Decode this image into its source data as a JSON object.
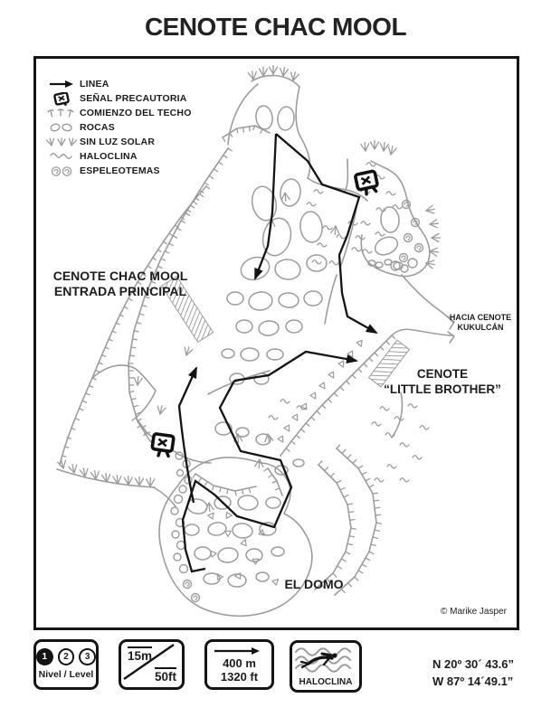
{
  "title": "CENOTE CHAC MOOL",
  "legend": {
    "items": [
      {
        "icon": "line-arrow-icon",
        "label": "LINEA"
      },
      {
        "icon": "warning-sign-icon",
        "label": "SEÑAL PRECAUTORIA"
      },
      {
        "icon": "ceiling-start-icon",
        "label": "COMIENZO DEL TECHO"
      },
      {
        "icon": "rocks-icon",
        "label": "ROCAS"
      },
      {
        "icon": "no-sunlight-icon",
        "label": "SIN LUZ SOLAR"
      },
      {
        "icon": "halocline-icon",
        "label": "HALOCLINA"
      },
      {
        "icon": "speleothems-icon",
        "label": "ESPELEOTEMAS"
      }
    ]
  },
  "map_labels": {
    "main_entrance_line1": "CENOTE CHAC MOOL",
    "main_entrance_line2": "ENTRADA PRINCIPAL",
    "kukulcan_line1": "HACIA CENOTE",
    "kukulcan_line2": "KUKULCÁN",
    "little_brother_line1": "CENOTE",
    "little_brother_line2": "“LITTLE BROTHER”",
    "el_domo": "EL DOMO",
    "credit": "© Marike Jasper"
  },
  "footer": {
    "levels": {
      "n1": "1",
      "n2": "2",
      "n3": "3",
      "label": "Nivel / Level"
    },
    "depth_scale": {
      "metric": "15m",
      "imperial": "50ft"
    },
    "distance_scale": {
      "metric": "400 m",
      "imperial": "1320 ft"
    },
    "halocline_label": "HALOCLINA",
    "coordinates": {
      "lat": "N 20º 30´ 43.6”",
      "lon": "W 87º 14´49.1”"
    }
  }
}
